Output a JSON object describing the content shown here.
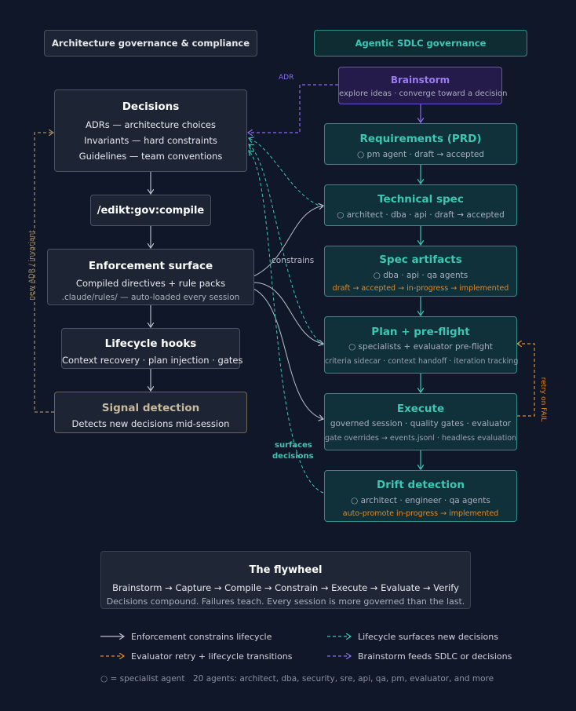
{
  "headers": {
    "left": "Architecture governance & compliance",
    "right": "Agentic SDLC governance"
  },
  "left": {
    "decisions": {
      "title": "Decisions",
      "lines": [
        "ADRs — architecture choices",
        "Invariants — hard constraints",
        "Guidelines — team conventions"
      ]
    },
    "compile": {
      "title": "/edikt:gov:compile"
    },
    "enforcement": {
      "title": "Enforcement surface",
      "line1": "Compiled directives + rule packs",
      "line2": ".claude/rules/ — auto-loaded every session"
    },
    "hooks": {
      "title": "Lifecycle hooks",
      "line1": "Context recovery · plan injection · gates"
    },
    "signal": {
      "title": "Signal detection",
      "line1": "Detects new decisions mid-session"
    }
  },
  "right": {
    "brainstorm": {
      "title": "Brainstorm",
      "line1": "explore ideas · converge toward a decision"
    },
    "prd": {
      "title": "Requirements (PRD)",
      "line1": "○ pm agent · draft → accepted"
    },
    "techspec": {
      "title": "Technical spec",
      "line1": "○ architect · dba · api · draft → accepted"
    },
    "artifacts": {
      "title": "Spec artifacts",
      "line1": "○ dba · api · qa agents",
      "line2": "draft → accepted → in-progress → implemented"
    },
    "plan": {
      "title": "Plan + pre-flight",
      "line1": "○ specialists + evaluator pre-flight",
      "line2": "criteria sidecar · context handoff · iteration tracking"
    },
    "execute": {
      "title": "Execute",
      "line1": "governed session · quality gates · evaluator",
      "line2": "gate overrides → events.jsonl · headless evaluation"
    },
    "drift": {
      "title": "Drift detection",
      "line1": "○ architect · engineer · qa agents",
      "line2": "auto-promote in-progress → implemented"
    }
  },
  "edge_labels": {
    "adr": "ADR",
    "constrains": "constrains",
    "surfaces1": "surfaces",
    "surfaces2": "decisions",
    "new_adr": "new ADR / invariant",
    "retry": "retry on FAIL"
  },
  "flywheel": {
    "title": "The flywheel",
    "line1": "Brainstorm → Capture → Compile → Constrain → Execute → Evaluate → Verify",
    "line2": "Decisions compound. Failures teach. Every session is more governed than the last."
  },
  "legend": {
    "solid": "Enforcement constrains lifecycle",
    "teal_dash": "Lifecycle surfaces new decisions",
    "orange_dash": "Evaluator retry + lifecycle transitions",
    "purple_dash": "Brainstorm feeds SDLC or decisions",
    "note1": "○ = specialist agent",
    "note2": "20 agents: architect, dba, security, sre, api, qa, pm, evaluator, and more"
  },
  "colors": {
    "background": "#101728",
    "teal": "#3ac8b4",
    "purple": "#8b6cf0",
    "orange": "#e0892a",
    "gray_line": "#b8bec8"
  }
}
